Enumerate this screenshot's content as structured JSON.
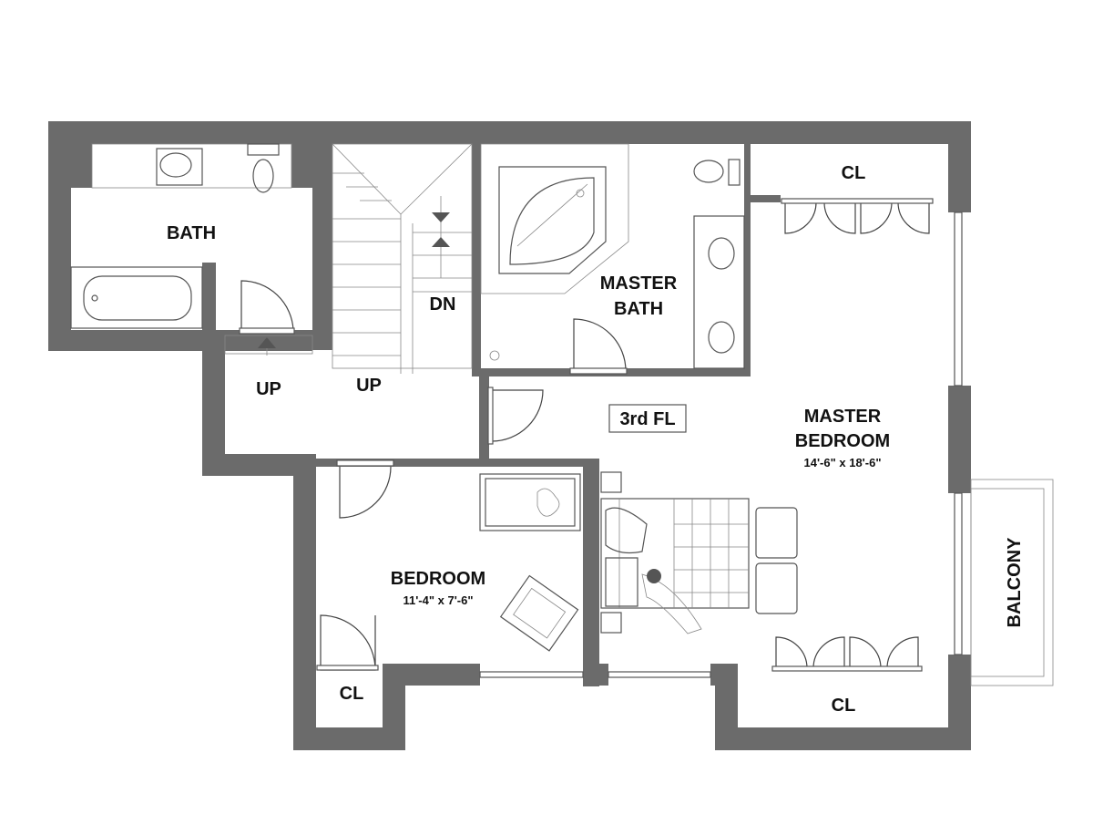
{
  "rooms": {
    "bath": "BATH",
    "master_bath_line1": "MASTER",
    "master_bath_line2": "BATH",
    "master_bedroom_line1": "MASTER",
    "master_bedroom_line2": "BEDROOM",
    "master_bedroom_size": "14'-6\" x 18'-6\"",
    "bedroom": "BEDROOM",
    "bedroom_size": "11'-4\" x 7'-6\"",
    "closet_top_right": "CL",
    "closet_bedroom": "CL",
    "closet_bottom_right": "CL",
    "balcony": "BALCONY"
  },
  "stairs": {
    "dn": "DN",
    "up_left": "UP",
    "up_right": "UP"
  },
  "floor_tag": "3rd FL",
  "colors": {
    "wall": "#6b6b6b",
    "line": "#555555",
    "background": "#ffffff"
  }
}
